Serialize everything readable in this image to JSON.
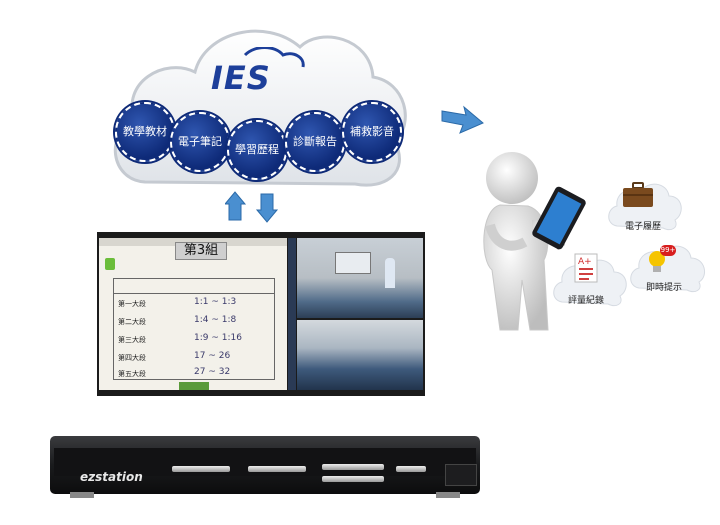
{
  "cloud": {
    "logo": "IES",
    "bubbles": [
      "教學教材",
      "電子筆記",
      "學習歷程",
      "診斷報告",
      "補救影音"
    ]
  },
  "screen": {
    "group_title": "第3組",
    "sheet_rows": [
      "第一大段",
      "第二大段",
      "第三大段",
      "第四大段",
      "第五大段"
    ],
    "sheet_answers": [
      "1:1 ~ 1:3",
      "1:4 ~ 1:8",
      "1:9 ~ 1:16",
      "17 ~ 26",
      "27 ~ 32"
    ]
  },
  "device": {
    "brand": "ezstation"
  },
  "user": {
    "items": [
      {
        "label": "電子履歷",
        "icon": "briefcase-icon"
      },
      {
        "label": "評量紀錄",
        "icon": "report-icon"
      },
      {
        "label": "即時提示",
        "icon": "lightbulb-icon",
        "badge": "99+"
      }
    ]
  }
}
